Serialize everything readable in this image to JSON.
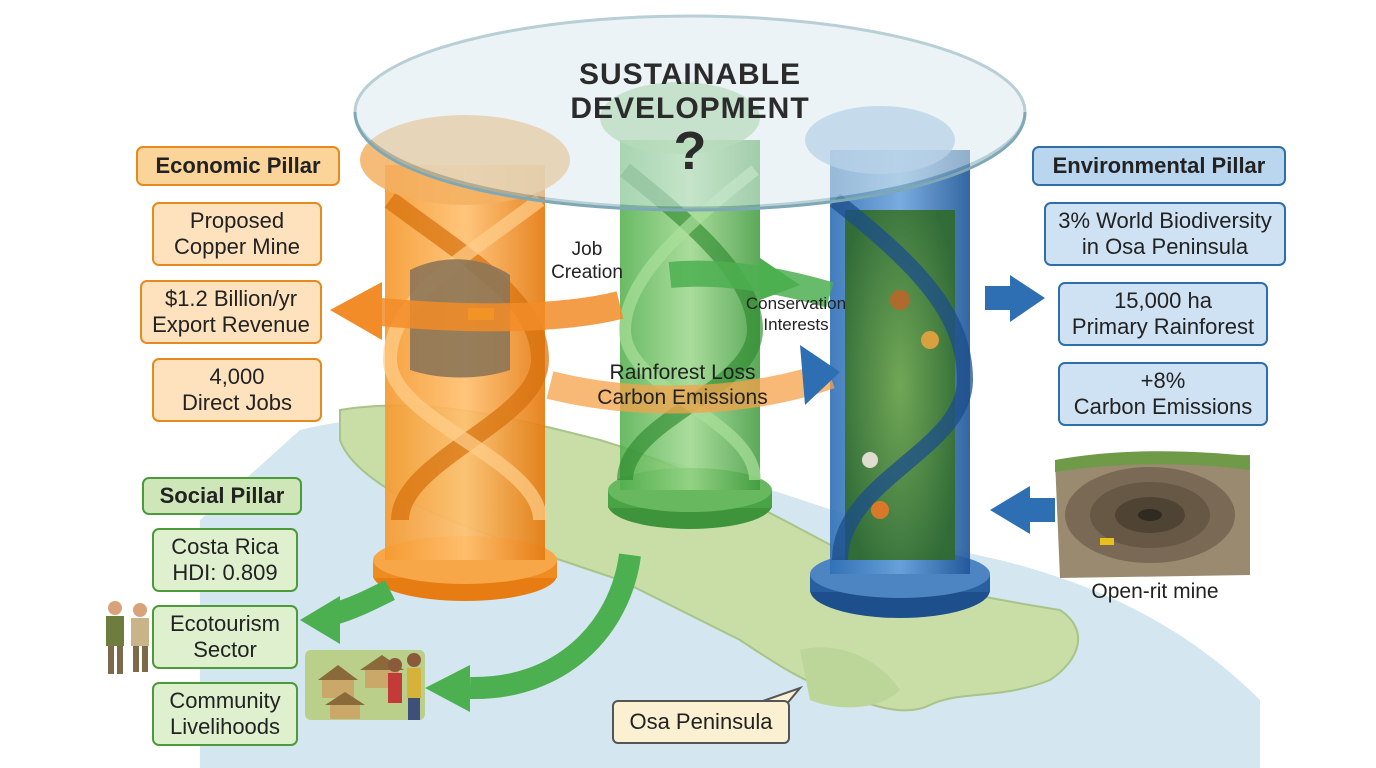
{
  "title": "SUSTAINABLE\nDEVELOPMENT",
  "question_mark": "?",
  "economic": {
    "heading": "Economic Pillar",
    "items": [
      "Proposed\nCopper Mine",
      "$1.2 Billion/yr\nExport Revenue",
      "4,000\nDirect Jobs"
    ]
  },
  "environmental": {
    "heading": "Environmental Pillar",
    "items": [
      "3% World Biodiversity\nin Osa Peninsula",
      "15,000 ha\nPrimary Rainforest",
      "+8%\nCarbon Emissions"
    ]
  },
  "social": {
    "heading": "Social Pillar",
    "items": [
      "Costa Rica\nHDI: 0.809",
      "Ecotourism\nSector",
      "Community\nLivelihoods"
    ]
  },
  "flows": {
    "job_creation": "Job\nCreation",
    "conservation": "Conservation\nInterests",
    "rainforest": "Rainforest Loss\nCarbon Emissions"
  },
  "mine_label": "Open-rit mine",
  "map_callout": "Osa Peninsula",
  "colors": {
    "economic": "#f28c28",
    "social": "#4caf50",
    "environmental": "#2e6fb3",
    "map_land": "#c9dfa8",
    "map_sea": "#cfe3ef"
  }
}
